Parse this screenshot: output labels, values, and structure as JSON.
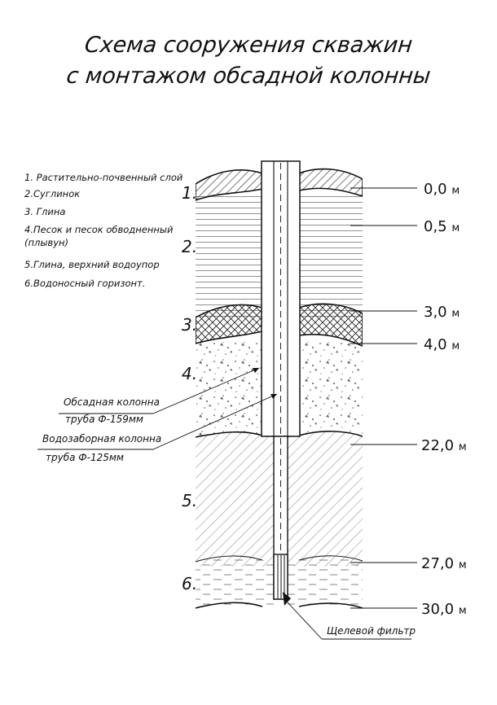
{
  "title": {
    "line1": "Схема сооружения скважин",
    "line2": "с монтажом обсадной колонны"
  },
  "legend": [
    "1. Растительно-почвенный слой",
    "2.Суглинок",
    "3. Глина",
    "4.Песок и песок обводненный (плывун)",
    "5.Глина, верхний водоупор",
    "6.Водоносный горизонт."
  ],
  "layer_numbers": [
    "1.",
    "2.",
    "3.",
    "4.",
    "5.",
    "6."
  ],
  "depths": [
    {
      "value": "0,0",
      "unit": "м"
    },
    {
      "value": "0,5",
      "unit": "м"
    },
    {
      "value": "3,0",
      "unit": "м"
    },
    {
      "value": "4,0",
      "unit": "м"
    },
    {
      "value": "22,0",
      "unit": "м"
    },
    {
      "value": "27,0",
      "unit": "м"
    },
    {
      "value": "30,0",
      "unit": "м"
    }
  ],
  "annotations": {
    "casing_line1": "Обсадная колонна",
    "casing_line2": "труба Ф-159мм",
    "intake_line1": "Водозаборная колонна",
    "intake_line2": "труба Ф-125мм",
    "filter": "Щелевой фильтр"
  }
}
